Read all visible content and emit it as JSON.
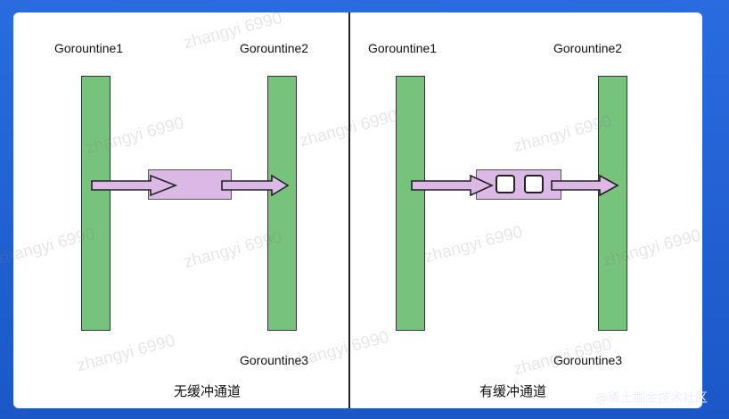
{
  "left": {
    "label_g1": "Gorountine1",
    "label_g2": "Gorountine2",
    "label_g3": "Gorountine3",
    "caption": "无缓冲通道"
  },
  "right": {
    "label_g1": "Gorountine1",
    "label_g2": "Gorountine2",
    "label_g3": "Gorountine3",
    "caption": "有缓冲通道"
  },
  "watermark": "zhangyi 6990",
  "footer_mark": "@稀土掘金技术社区",
  "colors": {
    "goroutine_bar": "#77c27d",
    "channel": "#dcb8e6",
    "background": "#1f5fd0"
  }
}
